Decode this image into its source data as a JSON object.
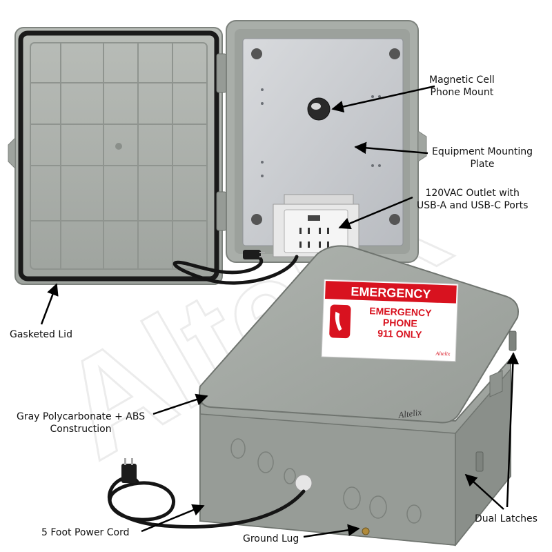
{
  "callouts": {
    "magnetic_mount": [
      "Magnetic Cell",
      "Phone Mount"
    ],
    "mounting_plate": [
      "Equipment Mounting",
      "Plate"
    ],
    "outlet": [
      "120VAC Outlet with",
      "USB-A and USB-C Ports"
    ],
    "gasketed_lid": "Gasketed Lid",
    "construction": [
      "Gray Polycarbonate + ABS",
      "Construction"
    ],
    "power_cord": "5 Foot Power Cord",
    "ground_lug": "Ground Lug",
    "latches": "Dual Latches"
  },
  "sign": {
    "header": "EMERGENCY",
    "line1": "EMERGENCY",
    "line2": "PHONE",
    "line3": "911 ONLY",
    "brand": "Altelix"
  },
  "enclosure_brand": "Altelix",
  "watermark": "Altelix",
  "colors": {
    "enclosure_gray": "#a6aba6",
    "plate_silver": "#c9cbcf",
    "sign_red": "#d8121f",
    "gasket_black": "#1a1a1a",
    "cord_black": "#151515"
  }
}
